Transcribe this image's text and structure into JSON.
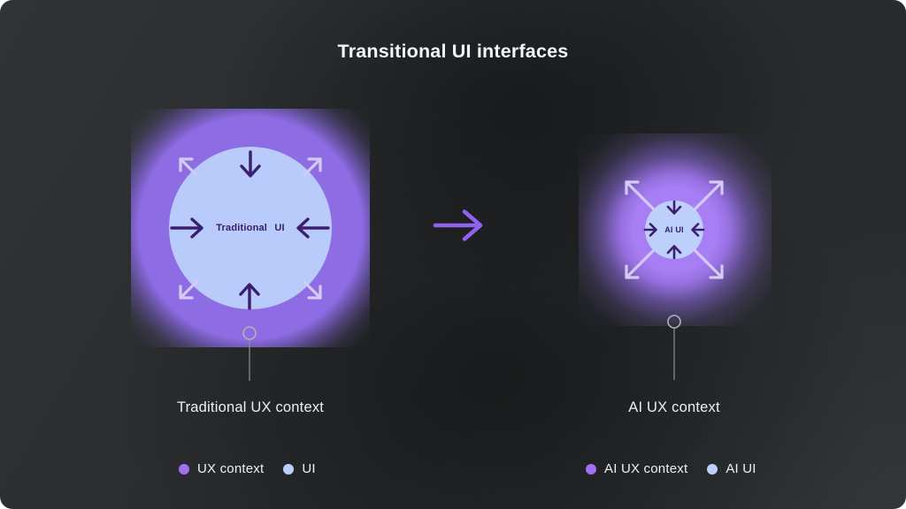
{
  "title": "Transitional UI interfaces",
  "left": {
    "circle_label": "Traditional UI",
    "context_label": "Traditional UX context",
    "legend": [
      {
        "label": "UX context",
        "color": "#a26ff2"
      },
      {
        "label": "UI",
        "color": "#bccefb"
      }
    ]
  },
  "right": {
    "circle_label": "AI UI",
    "context_label": "AI UX context",
    "legend": [
      {
        "label": "AI UX context",
        "color": "#a26ff2"
      },
      {
        "label": "AI UI",
        "color": "#bccefb"
      }
    ]
  },
  "colors": {
    "background": "#2b2e30",
    "ui_circle": "#b9cbfa",
    "glow": "#9b76ec",
    "inward_arrow": "#3b1e71",
    "outward_arrow": "#d3cbf5",
    "transition_arrow": "#8f62f0",
    "text": "#f2f3f5"
  }
}
